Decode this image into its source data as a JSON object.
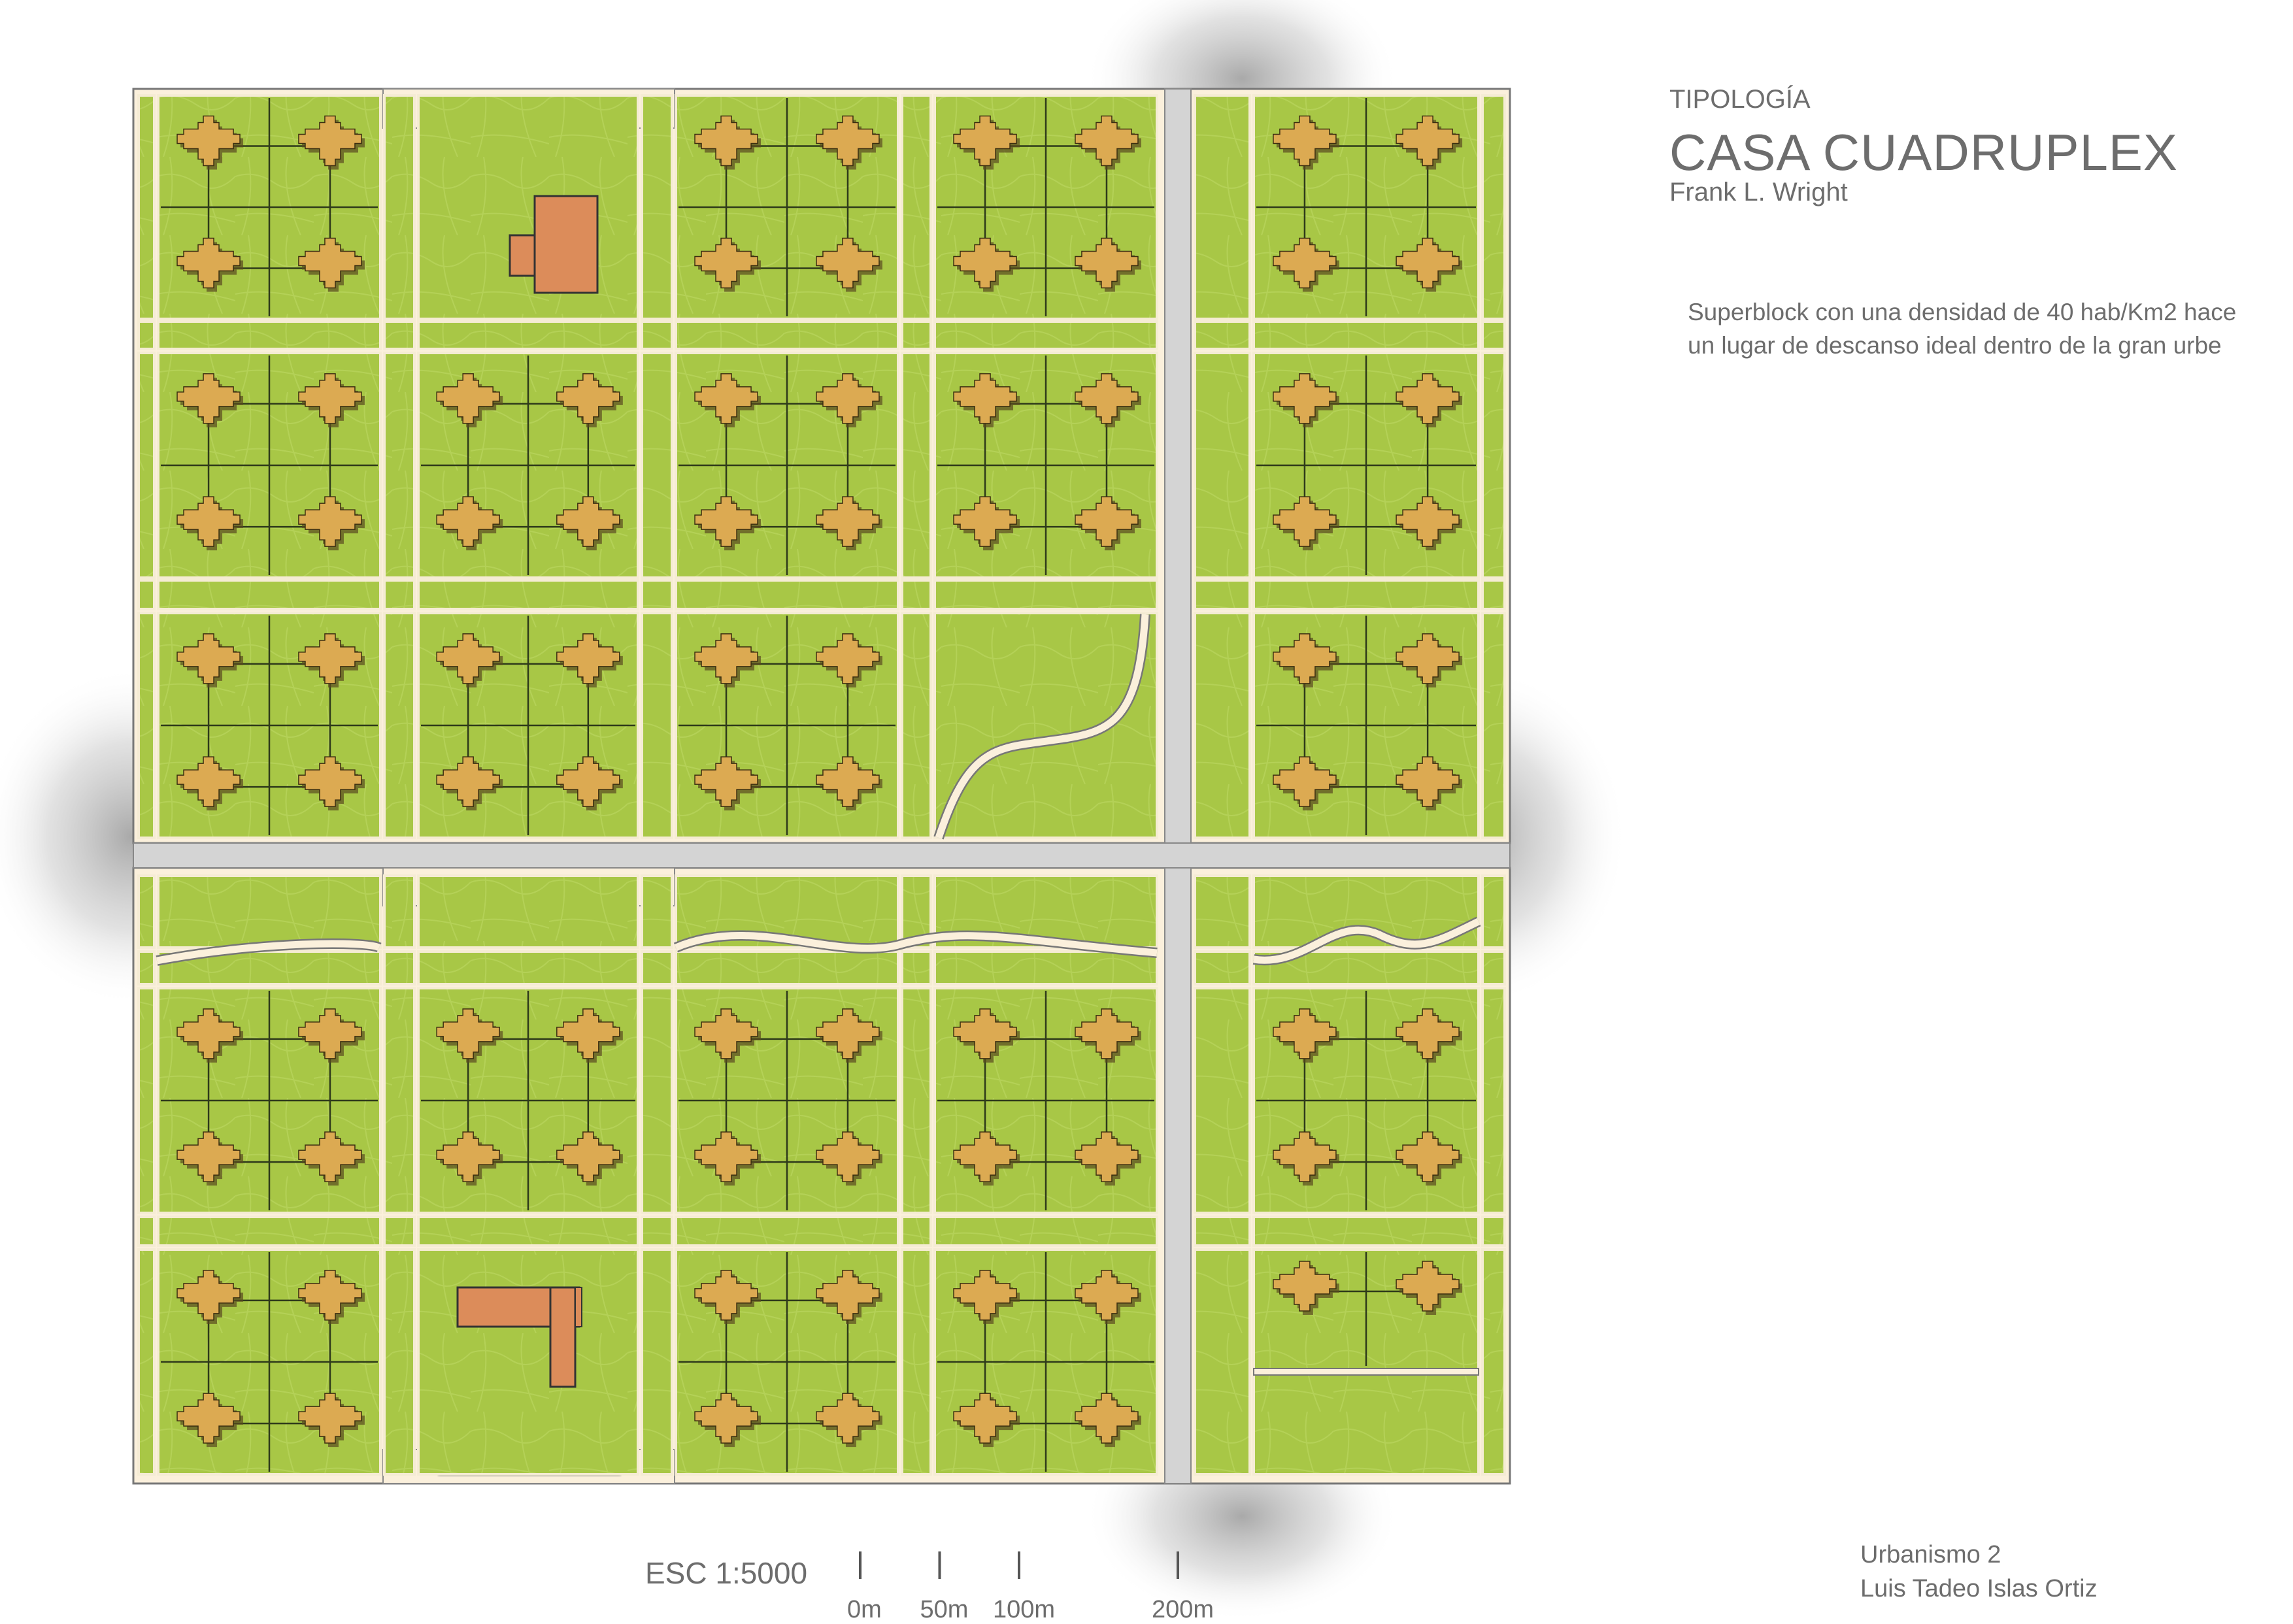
{
  "title_block": {
    "typology_label": "TIPOLOGÍA",
    "title": "CASA CUADRUPLEX",
    "architect": "Frank L. Wright",
    "description": "Superblock con una densidad de 40 hab/Km2 hace un lugar de descanso ideal dentro de la gran urbe"
  },
  "credits": {
    "course": "Urbanismo 2",
    "author": "Luis Tadeo Islas Ortiz"
  },
  "scale_bar": {
    "label": "ESC 1:5000",
    "ticks": [
      {
        "label": "0m",
        "meters": 0
      },
      {
        "label": "50m",
        "meters": 50
      },
      {
        "label": "100m",
        "meters": 100
      },
      {
        "label": "200m",
        "meters": 200
      }
    ]
  },
  "colors": {
    "grass": "#a8c746",
    "grass_light": "#b6d35a",
    "house": "#dcaa52",
    "building": "#dc8c5a",
    "path": "#fbf0dc",
    "road": "#d4d4d4",
    "line": "#2e3a1a",
    "text": "#6d6d6d"
  }
}
